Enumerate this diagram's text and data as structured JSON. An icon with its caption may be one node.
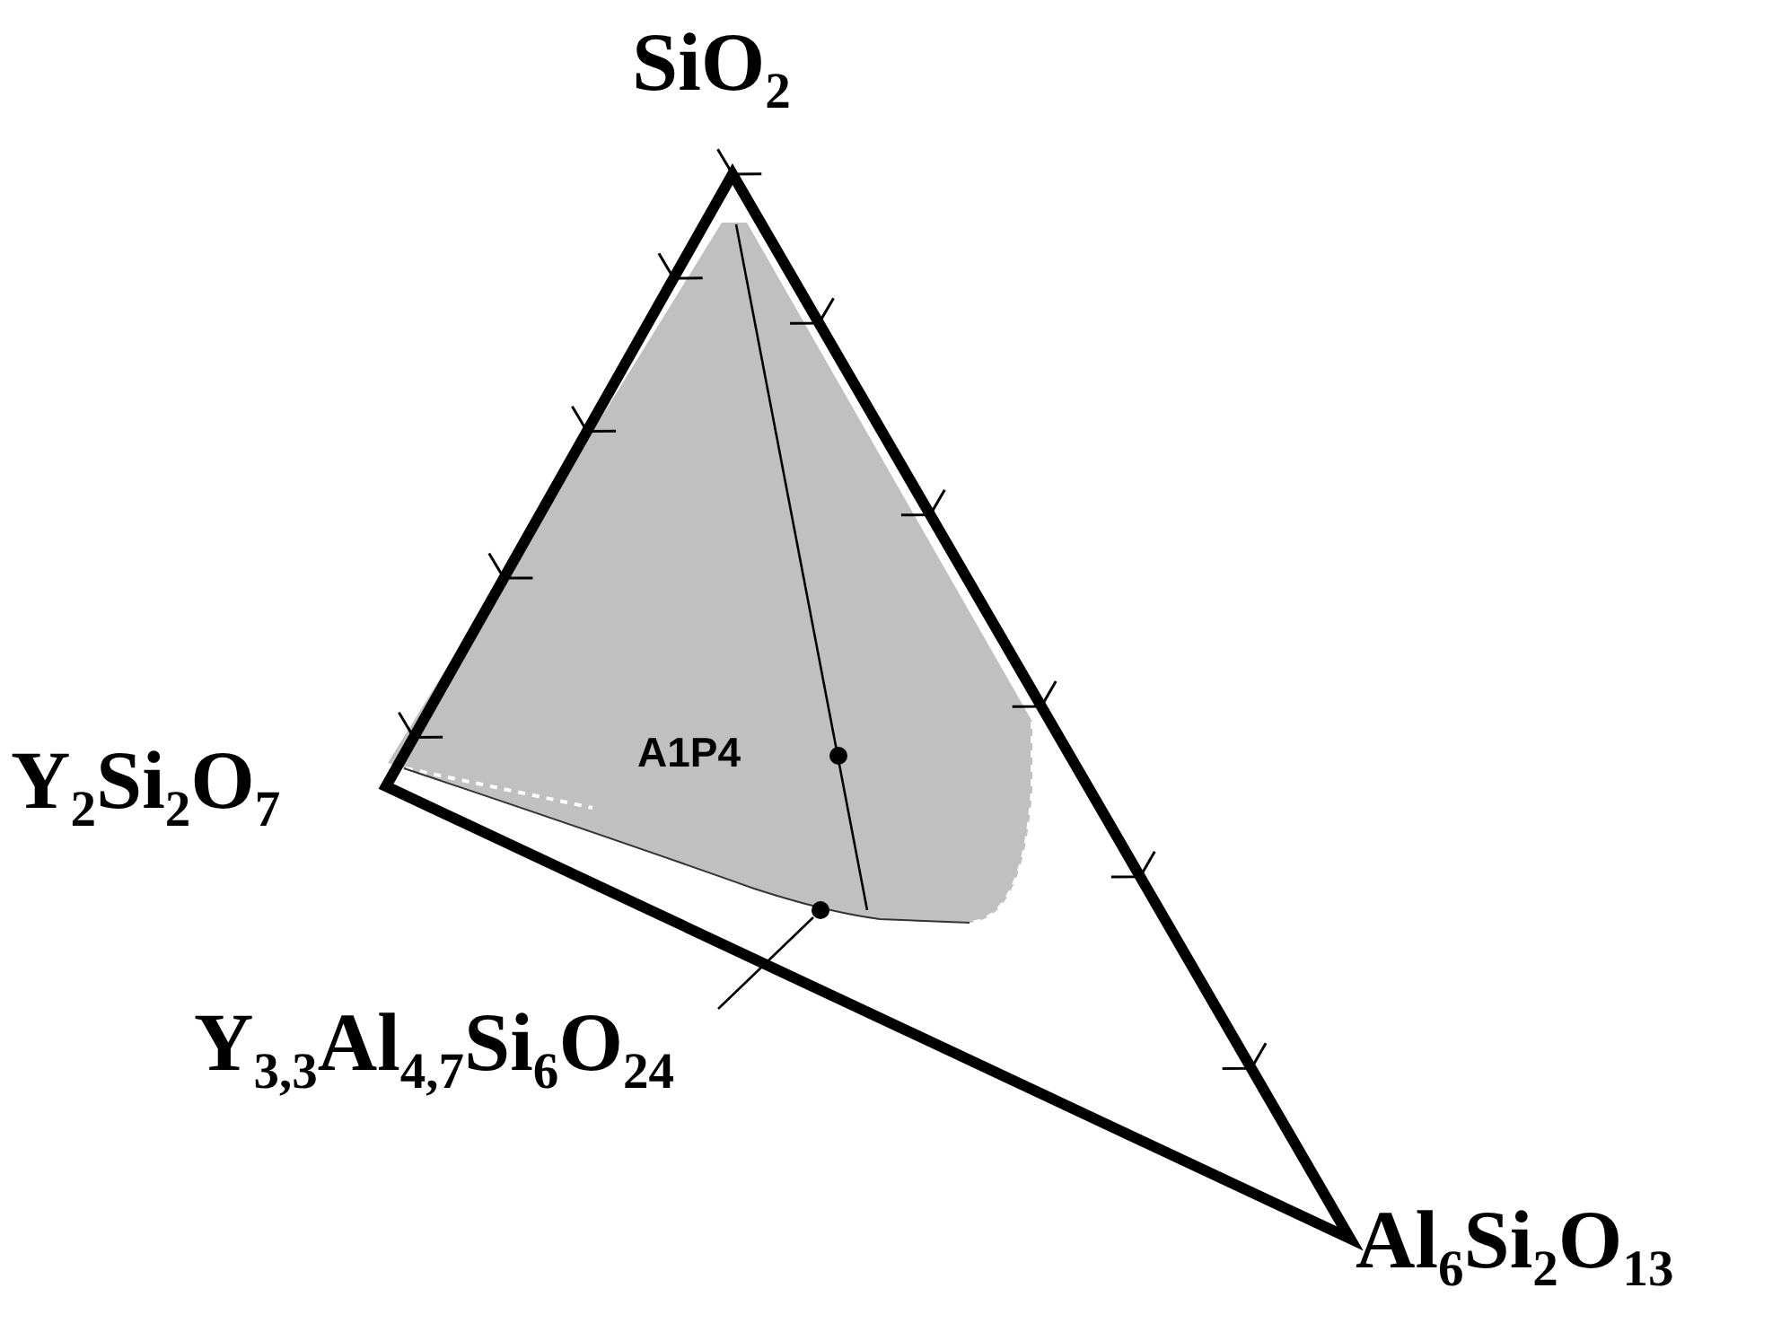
{
  "diagram": {
    "nodes": [
      {
        "text": [
          "Y$_{3,3}$Al$_{4,7}$Si$_{6}$O$_{24}$"
        ]
      },
      {
        "text": [],
        "shape": "circle"
      }
    ],
    "edges": [
      {
        "from": 0,
        "to": 1,
        "arrow": "none"
      }
    ],
    "labels": [
      "SiO$_{2}$",
      "Y$_{2}$Si$_{2}$O$_{7}$",
      "A1P4",
      "Al$_{6}$Si$_{2}$O$_{13}$"
    ]
  }
}
